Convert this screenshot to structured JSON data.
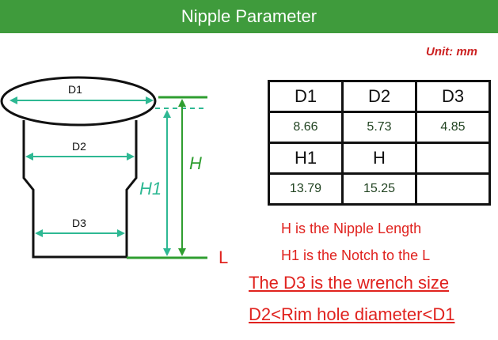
{
  "header": {
    "title": "Nipple Parameter"
  },
  "unit_label": "Unit: mm",
  "diagram": {
    "labels": {
      "d1": "D1",
      "d2": "D2",
      "d3": "D3",
      "h": "H",
      "h1": "H1",
      "l": "L"
    },
    "colors": {
      "outline": "#111111",
      "dimension": "#2eb893",
      "length": "#2f9e30",
      "l_label": "#e0221e"
    }
  },
  "table": {
    "rows": [
      [
        "D1",
        "D2",
        "D3"
      ],
      [
        "8.66",
        "5.73",
        "4.85"
      ],
      [
        "H1",
        "H",
        ""
      ],
      [
        "13.79",
        "15.25",
        ""
      ]
    ]
  },
  "notes": {
    "nipple_length": "H is the Nipple Length",
    "notch": "H1 is the Notch to the L",
    "wrench": "The D3 is the wrench size",
    "rim": "D2<Rim hole diameter<D1"
  },
  "colors": {
    "banner": "#3f9b3c",
    "notes": "#e0221e"
  }
}
